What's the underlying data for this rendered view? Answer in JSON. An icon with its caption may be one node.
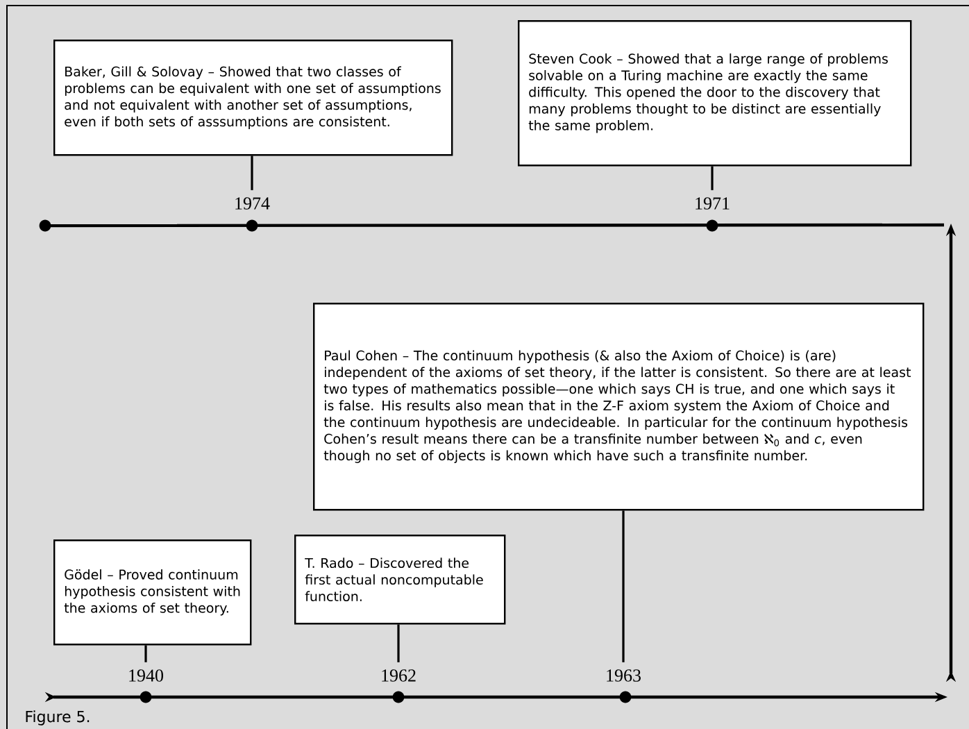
{
  "diagram": {
    "caption": "Figure 5.",
    "nodes": [
      {
        "text": [
          "Baker, Gill & Solovay – Showed that two classes of problems can be equivalent with one set of assumptions and not equivalent with another set of assumptions, even if both sets of asssumptions are consistent."
        ]
      },
      {
        "text": [
          "1974"
        ]
      },
      {
        "text": [
          "Steven Cook – Showed that a large range of problems solvable on a Turing machine are exactly the same difficulty. This opened the door to the discovery that many problems thought to be distinct are essentially the same problem."
        ]
      },
      {
        "text": [
          "1971"
        ]
      },
      {
        "text": [
          "Paul Cohen – The continuum hypothesis (& also the Axiom of Choice) is (are) independent of the axioms of set theory, if the latter is consistent. So there are at least two types of mathematics possible—one which says CH is true, and one which says it is false. His results also mean that in the Z-F axiom system the Axiom of Choice and the continuum hypothesis are undecideable. In particular for the continuum hypothesis Cohen’s result means there can be a transfinite number between ℵ$_{0}$ and *c*, even though no set of objects is known which have such a transfinite number."
        ]
      },
      {
        "text": [
          "Gödel – Proved continuum hypothesis consistent with the axioms of set theory."
        ]
      },
      {
        "text": [
          "1940"
        ]
      },
      {
        "text": [
          "T. Rado – Discovered the first actual noncomputable function."
        ]
      },
      {
        "text": [
          "1962"
        ]
      },
      {
        "text": [
          "1963"
        ]
      }
    ],
    "edges": [
      {
        "from": 0,
        "to": 1,
        "arrow": "none"
      },
      {
        "from": 2,
        "to": 3,
        "arrow": "none"
      },
      {
        "from": 4,
        "to": 9,
        "arrow": "none"
      },
      {
        "from": 5,
        "to": 6,
        "arrow": "none"
      },
      {
        "from": 7,
        "to": 8,
        "arrow": "none"
      }
    ]
  }
}
